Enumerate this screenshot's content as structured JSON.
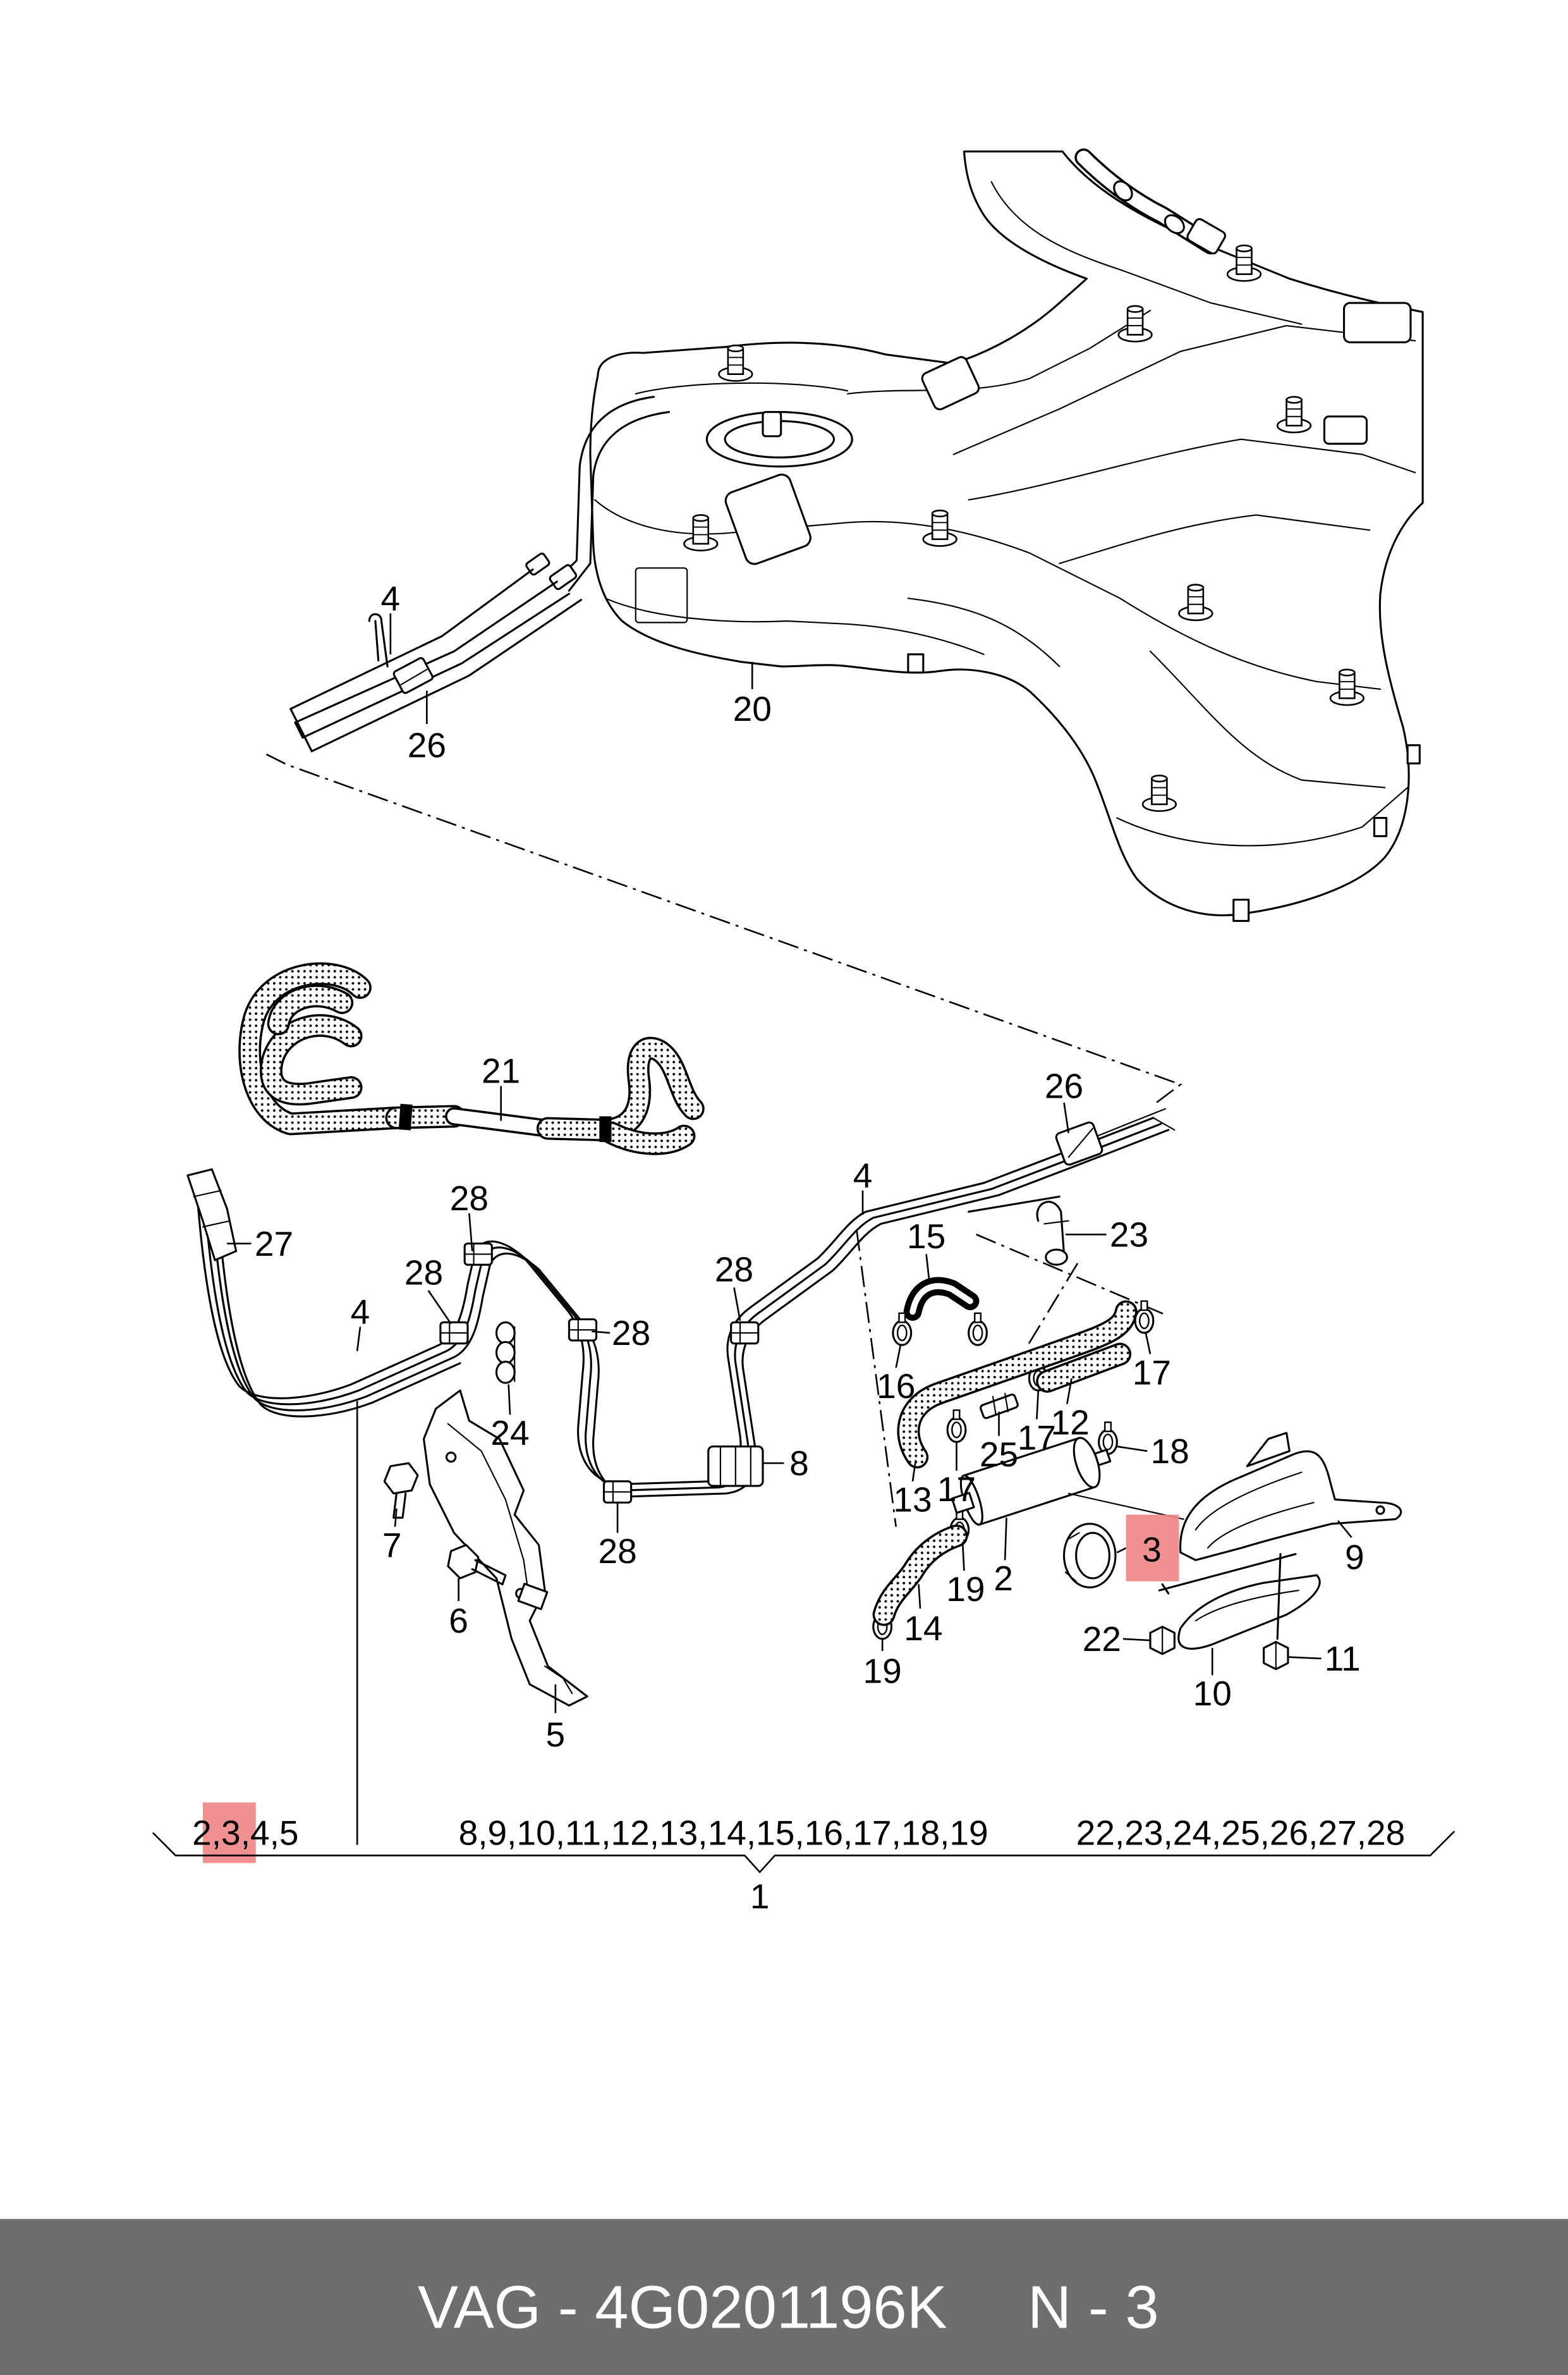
{
  "diagram": {
    "callouts": [
      "4",
      "26",
      "20",
      "21",
      "26",
      "27",
      "28",
      "28",
      "4",
      "28",
      "24",
      "7",
      "6",
      "5",
      "28",
      "8",
      "28",
      "4",
      "15",
      "23",
      "16",
      "17",
      "12",
      "17",
      "25",
      "18",
      "13",
      "17",
      "3",
      "9",
      "2",
      "19",
      "14",
      "19",
      "22",
      "10",
      "11"
    ],
    "assembly_groups": {
      "left": "2,3,4,5",
      "middle": "8,9,10,11,12,13,14,15,16,17,18,19",
      "right": "22,23,24,25,26,27,28"
    },
    "assembly_label": "1"
  },
  "colors": {
    "highlight": "#f08484",
    "footer_bg": "#6e6e6e",
    "footer_text": "#ffffff"
  },
  "footer": {
    "part_number": "VAG - 4G0201196K",
    "page_ref": "N - 3"
  }
}
